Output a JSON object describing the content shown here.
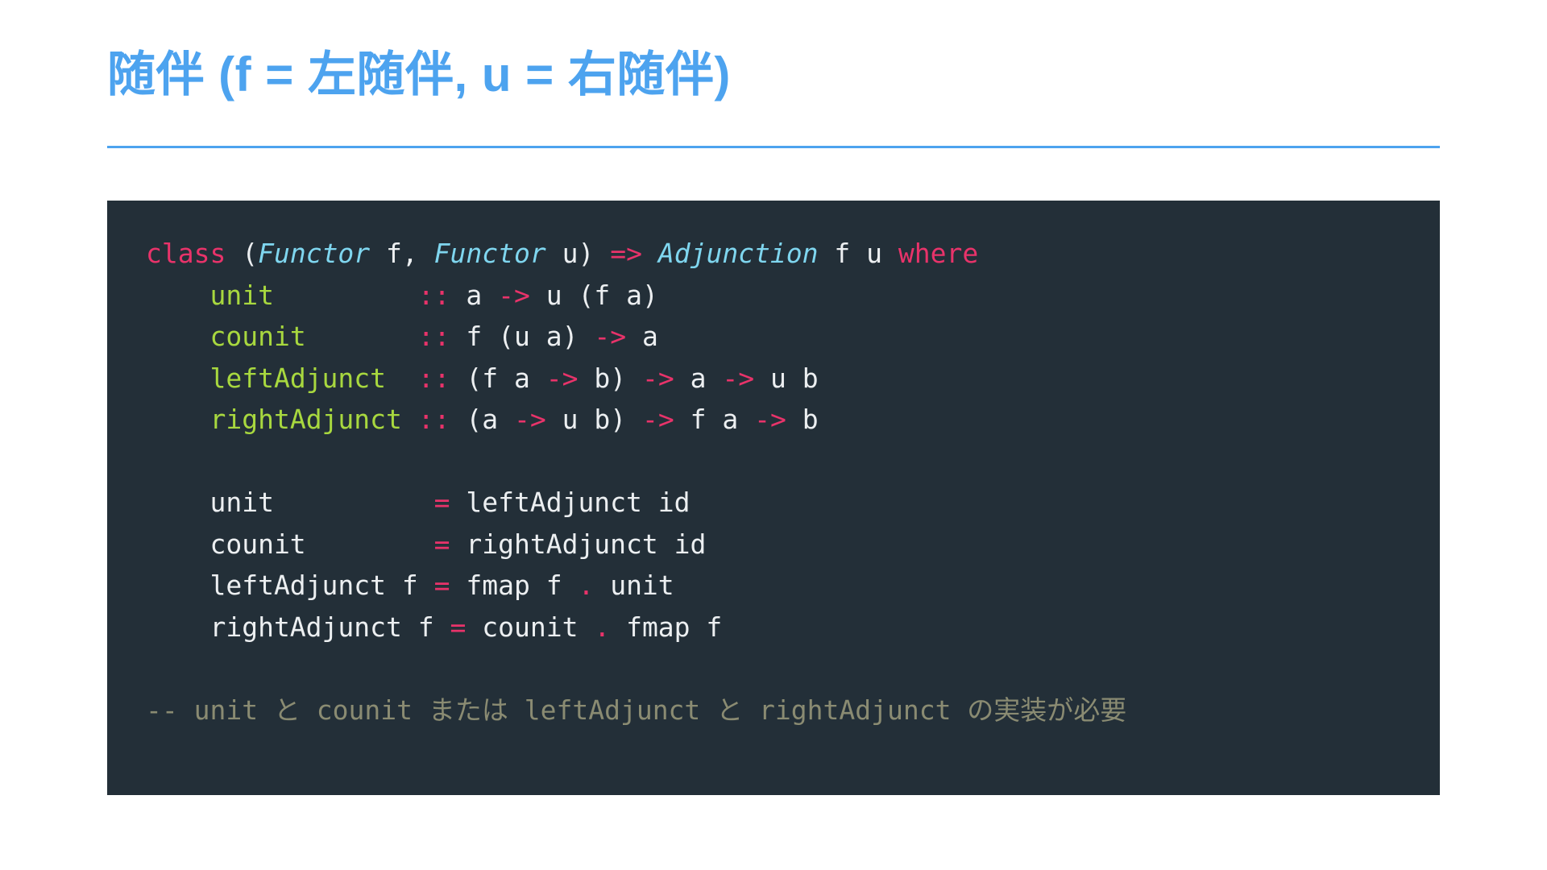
{
  "slide": {
    "title": "随伴 (f = 左随伴, u = 右随伴)",
    "accent_color": "#4da3ef",
    "code_background": "#232f38"
  },
  "code": {
    "language": "haskell",
    "colors": {
      "keyword": "#e8336a",
      "type": "#7fd6ef",
      "function": "#a8d83f",
      "operator": "#e8336a",
      "plain": "#eceff1",
      "comment": "#8a8b72"
    },
    "lines": [
      {
        "id": "class-header",
        "tokens": [
          {
            "text": "class ",
            "kind": "kw"
          },
          {
            "text": "(",
            "kind": "plain"
          },
          {
            "text": "Functor",
            "kind": "type"
          },
          {
            "text": " f, ",
            "kind": "plain"
          },
          {
            "text": "Functor",
            "kind": "type"
          },
          {
            "text": " u) ",
            "kind": "plain"
          },
          {
            "text": "=>",
            "kind": "op"
          },
          {
            "text": " ",
            "kind": "plain"
          },
          {
            "text": "Adjunction",
            "kind": "type"
          },
          {
            "text": " f u ",
            "kind": "plain"
          },
          {
            "text": "where",
            "kind": "kw"
          }
        ]
      },
      {
        "id": "sig-unit",
        "tokens": [
          {
            "text": "    ",
            "kind": "plain"
          },
          {
            "text": "unit",
            "kind": "fn"
          },
          {
            "text": "         ",
            "kind": "plain"
          },
          {
            "text": "::",
            "kind": "op"
          },
          {
            "text": " a ",
            "kind": "plain"
          },
          {
            "text": "->",
            "kind": "op"
          },
          {
            "text": " u (f a)",
            "kind": "plain"
          }
        ]
      },
      {
        "id": "sig-counit",
        "tokens": [
          {
            "text": "    ",
            "kind": "plain"
          },
          {
            "text": "counit",
            "kind": "fn"
          },
          {
            "text": "       ",
            "kind": "plain"
          },
          {
            "text": "::",
            "kind": "op"
          },
          {
            "text": " f (u a) ",
            "kind": "plain"
          },
          {
            "text": "->",
            "kind": "op"
          },
          {
            "text": " a",
            "kind": "plain"
          }
        ]
      },
      {
        "id": "sig-leftadjunct",
        "tokens": [
          {
            "text": "    ",
            "kind": "plain"
          },
          {
            "text": "leftAdjunct",
            "kind": "fn"
          },
          {
            "text": "  ",
            "kind": "plain"
          },
          {
            "text": "::",
            "kind": "op"
          },
          {
            "text": " (f a ",
            "kind": "plain"
          },
          {
            "text": "->",
            "kind": "op"
          },
          {
            "text": " b) ",
            "kind": "plain"
          },
          {
            "text": "->",
            "kind": "op"
          },
          {
            "text": " a ",
            "kind": "plain"
          },
          {
            "text": "->",
            "kind": "op"
          },
          {
            "text": " u b",
            "kind": "plain"
          }
        ]
      },
      {
        "id": "sig-rightadjunct",
        "tokens": [
          {
            "text": "    ",
            "kind": "plain"
          },
          {
            "text": "rightAdjunct",
            "kind": "fn"
          },
          {
            "text": " ",
            "kind": "plain"
          },
          {
            "text": "::",
            "kind": "op"
          },
          {
            "text": " (a ",
            "kind": "plain"
          },
          {
            "text": "->",
            "kind": "op"
          },
          {
            "text": " u b) ",
            "kind": "plain"
          },
          {
            "text": "->",
            "kind": "op"
          },
          {
            "text": " f a ",
            "kind": "plain"
          },
          {
            "text": "->",
            "kind": "op"
          },
          {
            "text": " b",
            "kind": "plain"
          }
        ]
      },
      {
        "id": "blank-1",
        "tokens": []
      },
      {
        "id": "def-unit",
        "tokens": [
          {
            "text": "    unit          ",
            "kind": "plain"
          },
          {
            "text": "=",
            "kind": "op"
          },
          {
            "text": " leftAdjunct id",
            "kind": "plain"
          }
        ]
      },
      {
        "id": "def-counit",
        "tokens": [
          {
            "text": "    counit        ",
            "kind": "plain"
          },
          {
            "text": "=",
            "kind": "op"
          },
          {
            "text": " rightAdjunct id",
            "kind": "plain"
          }
        ]
      },
      {
        "id": "def-leftadjunct",
        "tokens": [
          {
            "text": "    leftAdjunct f ",
            "kind": "plain"
          },
          {
            "text": "=",
            "kind": "op"
          },
          {
            "text": " fmap f ",
            "kind": "plain"
          },
          {
            "text": ".",
            "kind": "op"
          },
          {
            "text": " unit",
            "kind": "plain"
          }
        ]
      },
      {
        "id": "def-rightadjunct",
        "tokens": [
          {
            "text": "    rightAdjunct f ",
            "kind": "plain"
          },
          {
            "text": "=",
            "kind": "op"
          },
          {
            "text": " counit ",
            "kind": "plain"
          },
          {
            "text": ".",
            "kind": "op"
          },
          {
            "text": " fmap f",
            "kind": "plain"
          }
        ]
      },
      {
        "id": "blank-2",
        "tokens": []
      },
      {
        "id": "comment-note",
        "tokens": [
          {
            "text": "-- unit と counit または leftAdjunct と rightAdjunct の実装が必要",
            "kind": "comment"
          }
        ]
      }
    ]
  }
}
